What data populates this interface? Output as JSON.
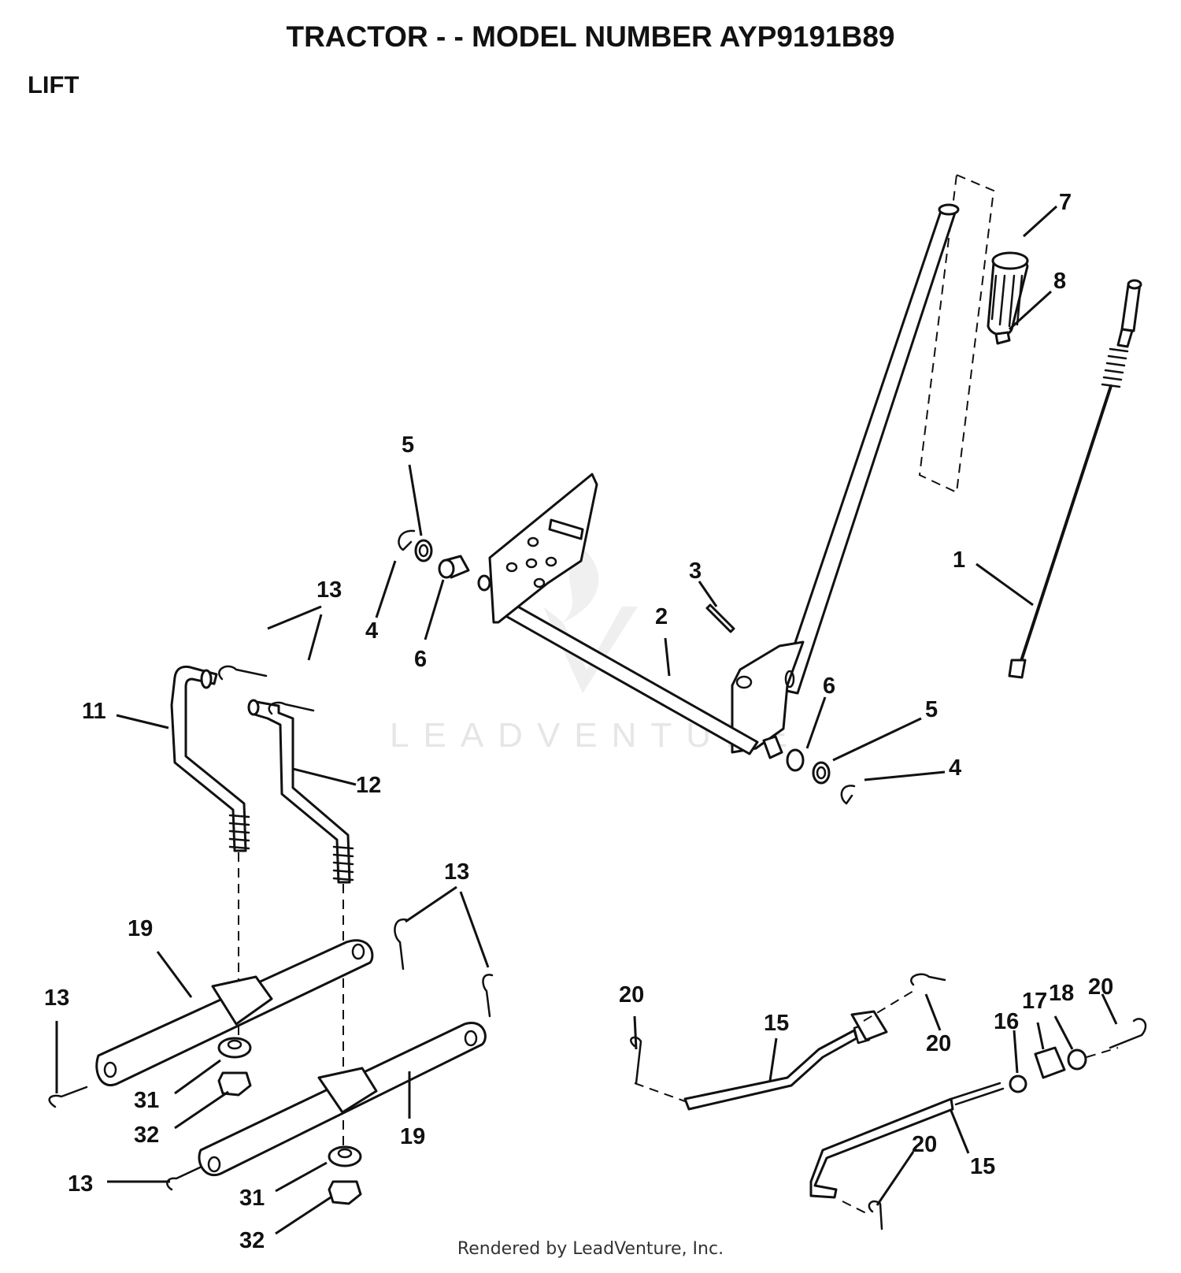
{
  "header": {
    "title": "TRACTOR - - MODEL NUMBER AYP9191B89",
    "section": "LIFT"
  },
  "watermark": {
    "text": "LEADVENTURE"
  },
  "callouts": {
    "c1": "1",
    "c2": "2",
    "c3": "3",
    "c4a": "4",
    "c4b": "4",
    "c5a": "5",
    "c5b": "5",
    "c6a": "6",
    "c6b": "6",
    "c7": "7",
    "c8": "8",
    "c11": "11",
    "c12": "12",
    "c13a": "13",
    "c13b": "13",
    "c13c": "13",
    "c13d": "13",
    "c15a": "15",
    "c15b": "15",
    "c16": "16",
    "c17": "17",
    "c18": "18",
    "c19a": "19",
    "c19b": "19",
    "c20a": "20",
    "c20b": "20",
    "c20c": "20",
    "c20d": "20",
    "c31a": "31",
    "c31b": "31",
    "c32a": "32",
    "c32b": "32"
  },
  "footer": {
    "text": "Rendered by LeadVenture, Inc."
  }
}
